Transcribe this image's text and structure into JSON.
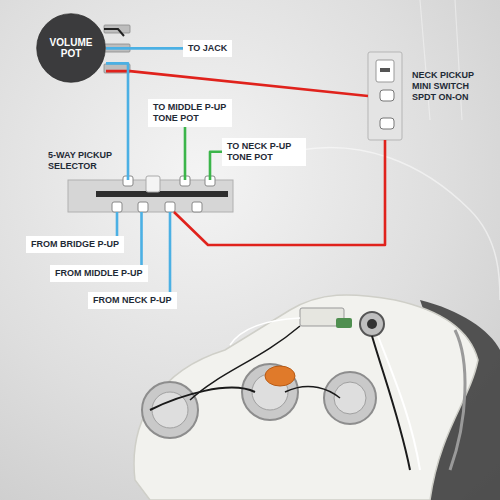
{
  "diagram": {
    "nodes": [
      {
        "text": [
          "VOLUME POT"
        ]
      },
      {
        "text": [
          "TO JACK"
        ]
      },
      {
        "text": [
          "NECK PICKUP MINI SWITCH SPDT ON-ON"
        ]
      },
      {
        "text": [
          "TO MIDDLE P-UP TONE POT"
        ]
      },
      {
        "text": [
          "TO NECK P-UP TONE POT"
        ]
      },
      {
        "text": [
          "5-WAY PICKUP SELECTOR"
        ]
      },
      {
        "text": [
          "FROM BRIDGE P-UP"
        ]
      },
      {
        "text": [
          "FROM MIDDLE P-UP"
        ]
      },
      {
        "text": [
          "FROM NECK P-UP"
        ]
      }
    ],
    "edges": [
      {
        "from": 0,
        "to": 1,
        "arrow": "none"
      },
      {
        "from": 0,
        "to": 2,
        "arrow": "none"
      },
      {
        "from": 0,
        "to": 5,
        "arrow": "none"
      },
      {
        "from": 5,
        "to": 3,
        "arrow": "none"
      },
      {
        "from": 5,
        "to": 4,
        "arrow": "none"
      },
      {
        "from": 6,
        "to": 5,
        "arrow": "none"
      },
      {
        "from": 7,
        "to": 5,
        "arrow": "none"
      },
      {
        "from": 8,
        "to": 5,
        "arrow": "none"
      },
      {
        "from": 5,
        "to": 2,
        "arrow": "none"
      }
    ]
  }
}
